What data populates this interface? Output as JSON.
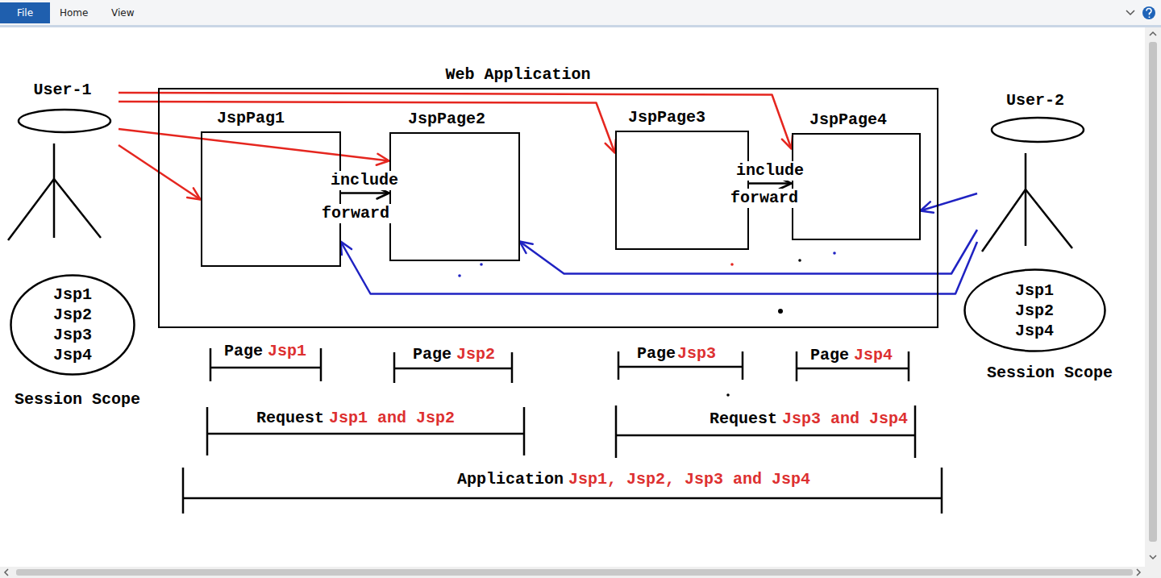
{
  "diagram": {
    "nodes": [
      {
        "text": [
          "User-1"
        ]
      },
      {
        "text": [
          "Web Application"
        ]
      },
      {
        "text": [
          "JspPag1"
        ],
        "in": 1
      },
      {
        "text": [
          "JspPage2"
        ],
        "in": 1
      },
      {
        "text": [
          "JspPage3"
        ],
        "in": 1
      },
      {
        "text": [
          "JspPage4"
        ],
        "in": 1
      },
      {
        "text": [
          "User-2"
        ]
      },
      {
        "text": [
          "Jsp1 Jsp2 Jsp3 Jsp4",
          "Session Scope"
        ]
      },
      {
        "text": [
          "Jsp1 Jsp2 Jsp4",
          "Session Scope"
        ]
      }
    ],
    "edges": [
      {
        "from": 0,
        "to": 2,
        "arrow": "to"
      },
      {
        "from": 0,
        "to": 3,
        "arrow": "to"
      },
      {
        "from": 0,
        "to": 4,
        "arrow": "to"
      },
      {
        "from": 0,
        "to": 5,
        "arrow": "to"
      },
      {
        "from": 2,
        "to": 3,
        "label": "include",
        "arrow": "to"
      },
      {
        "from": 4,
        "to": 5,
        "label": "include",
        "arrow": "to"
      },
      {
        "from": 6,
        "to": 2,
        "arrow": "to"
      },
      {
        "from": 6,
        "to": 3,
        "arrow": "to"
      },
      {
        "from": 6,
        "to": 5,
        "arrow": "to"
      }
    ],
    "labels": [
      "File",
      "Home",
      "View",
      "forward",
      "forward",
      "Page",
      "Jsp1",
      "Page",
      "Jsp2",
      "Page",
      "Jsp3",
      "Page",
      "Jsp4",
      "Request",
      "Jsp1 and Jsp2",
      "Request",
      "Jsp3 and Jsp4",
      "Application",
      "Jsp1, Jsp2, Jsp3 and Jsp4"
    ]
  }
}
